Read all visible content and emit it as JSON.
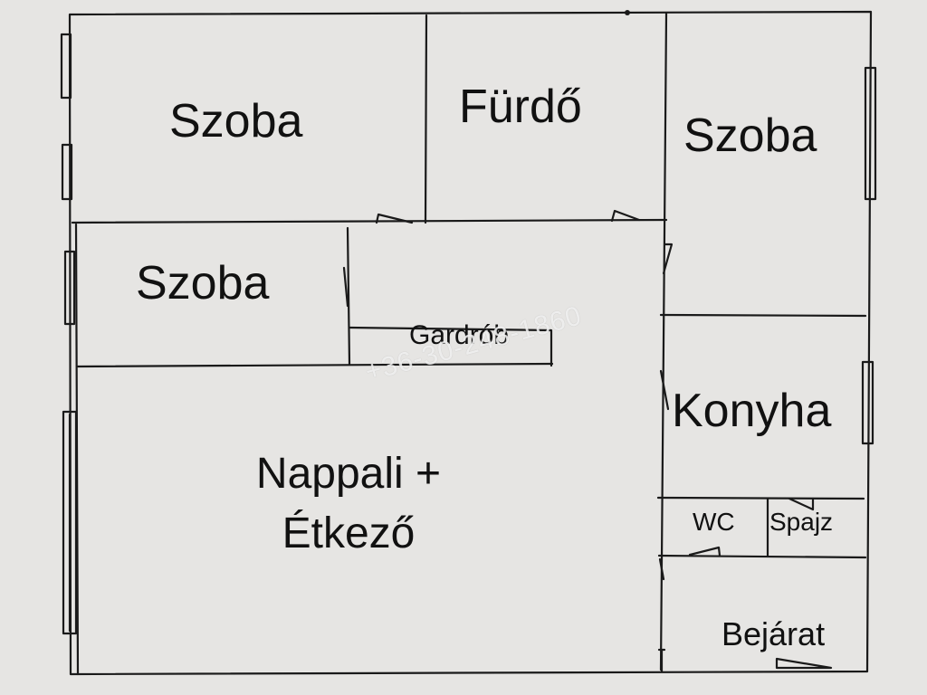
{
  "rooms": {
    "szoba_1": "Szoba",
    "furdo": "Fürdő",
    "szoba_2": "Szoba",
    "szoba_3": "Szoba",
    "gardrob": "Gardrób",
    "konyha": "Konyha",
    "nappali_line1": "Nappali +",
    "nappali_line2": "Étkező",
    "wc": "WC",
    "spajz": "Spajz",
    "bejarat": "Bejárat"
  },
  "watermark": "+36-30-248-1860",
  "colors": {
    "paper": "#e6e5e3",
    "ink": "#1a1a1a"
  }
}
